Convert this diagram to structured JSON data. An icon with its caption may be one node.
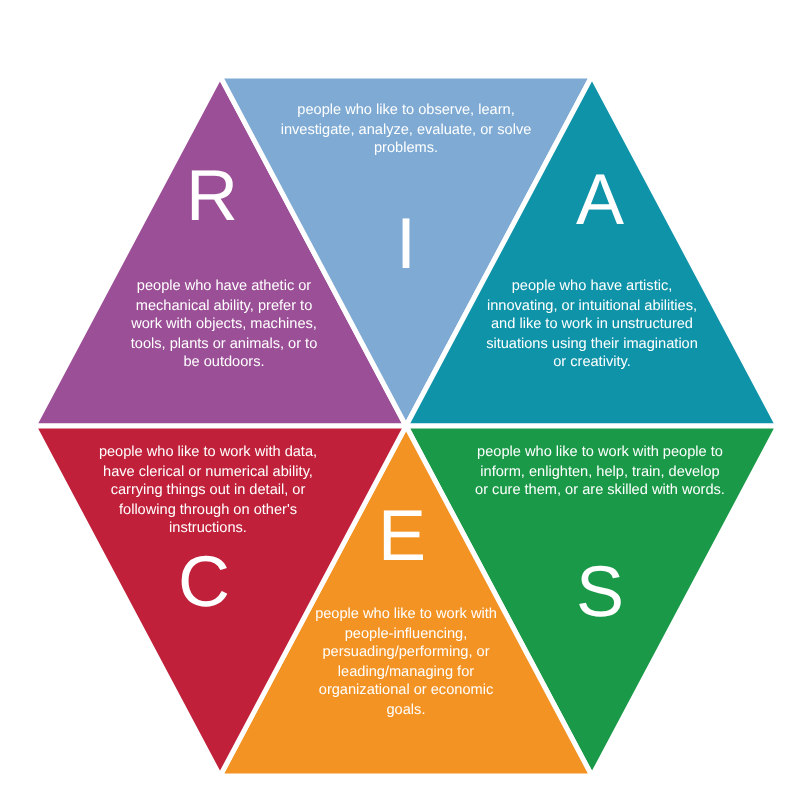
{
  "diagram": {
    "nodes": [
      {
        "text": [
          "R",
          "people who have athetic or mechanical ability, prefer to work with objects, machines, tools, plants or animals, or to be outdoors."
        ]
      },
      {
        "text": [
          "people who like to observe, learn, investigate, analyze, evaluate, or solve problems.",
          "I"
        ]
      },
      {
        "text": [
          "A",
          "people who have artistic, innovating, or intuitional abilities, and like to work in unstructured situations using their imagination or creativity."
        ]
      },
      {
        "text": [
          "people who like to work with people to inform, enlighten, help, train, develop or cure them, or are skilled with words.",
          "S"
        ]
      },
      {
        "text": [
          "E",
          "people who like to work with people-influencing, persuading/performing, or leading/managing for organizational or economic goals."
        ]
      },
      {
        "text": [
          "people who like to work with data, have clerical or numerical ability, carrying things out in detail, or following through on other's instructions.",
          "C"
        ]
      }
    ]
  }
}
